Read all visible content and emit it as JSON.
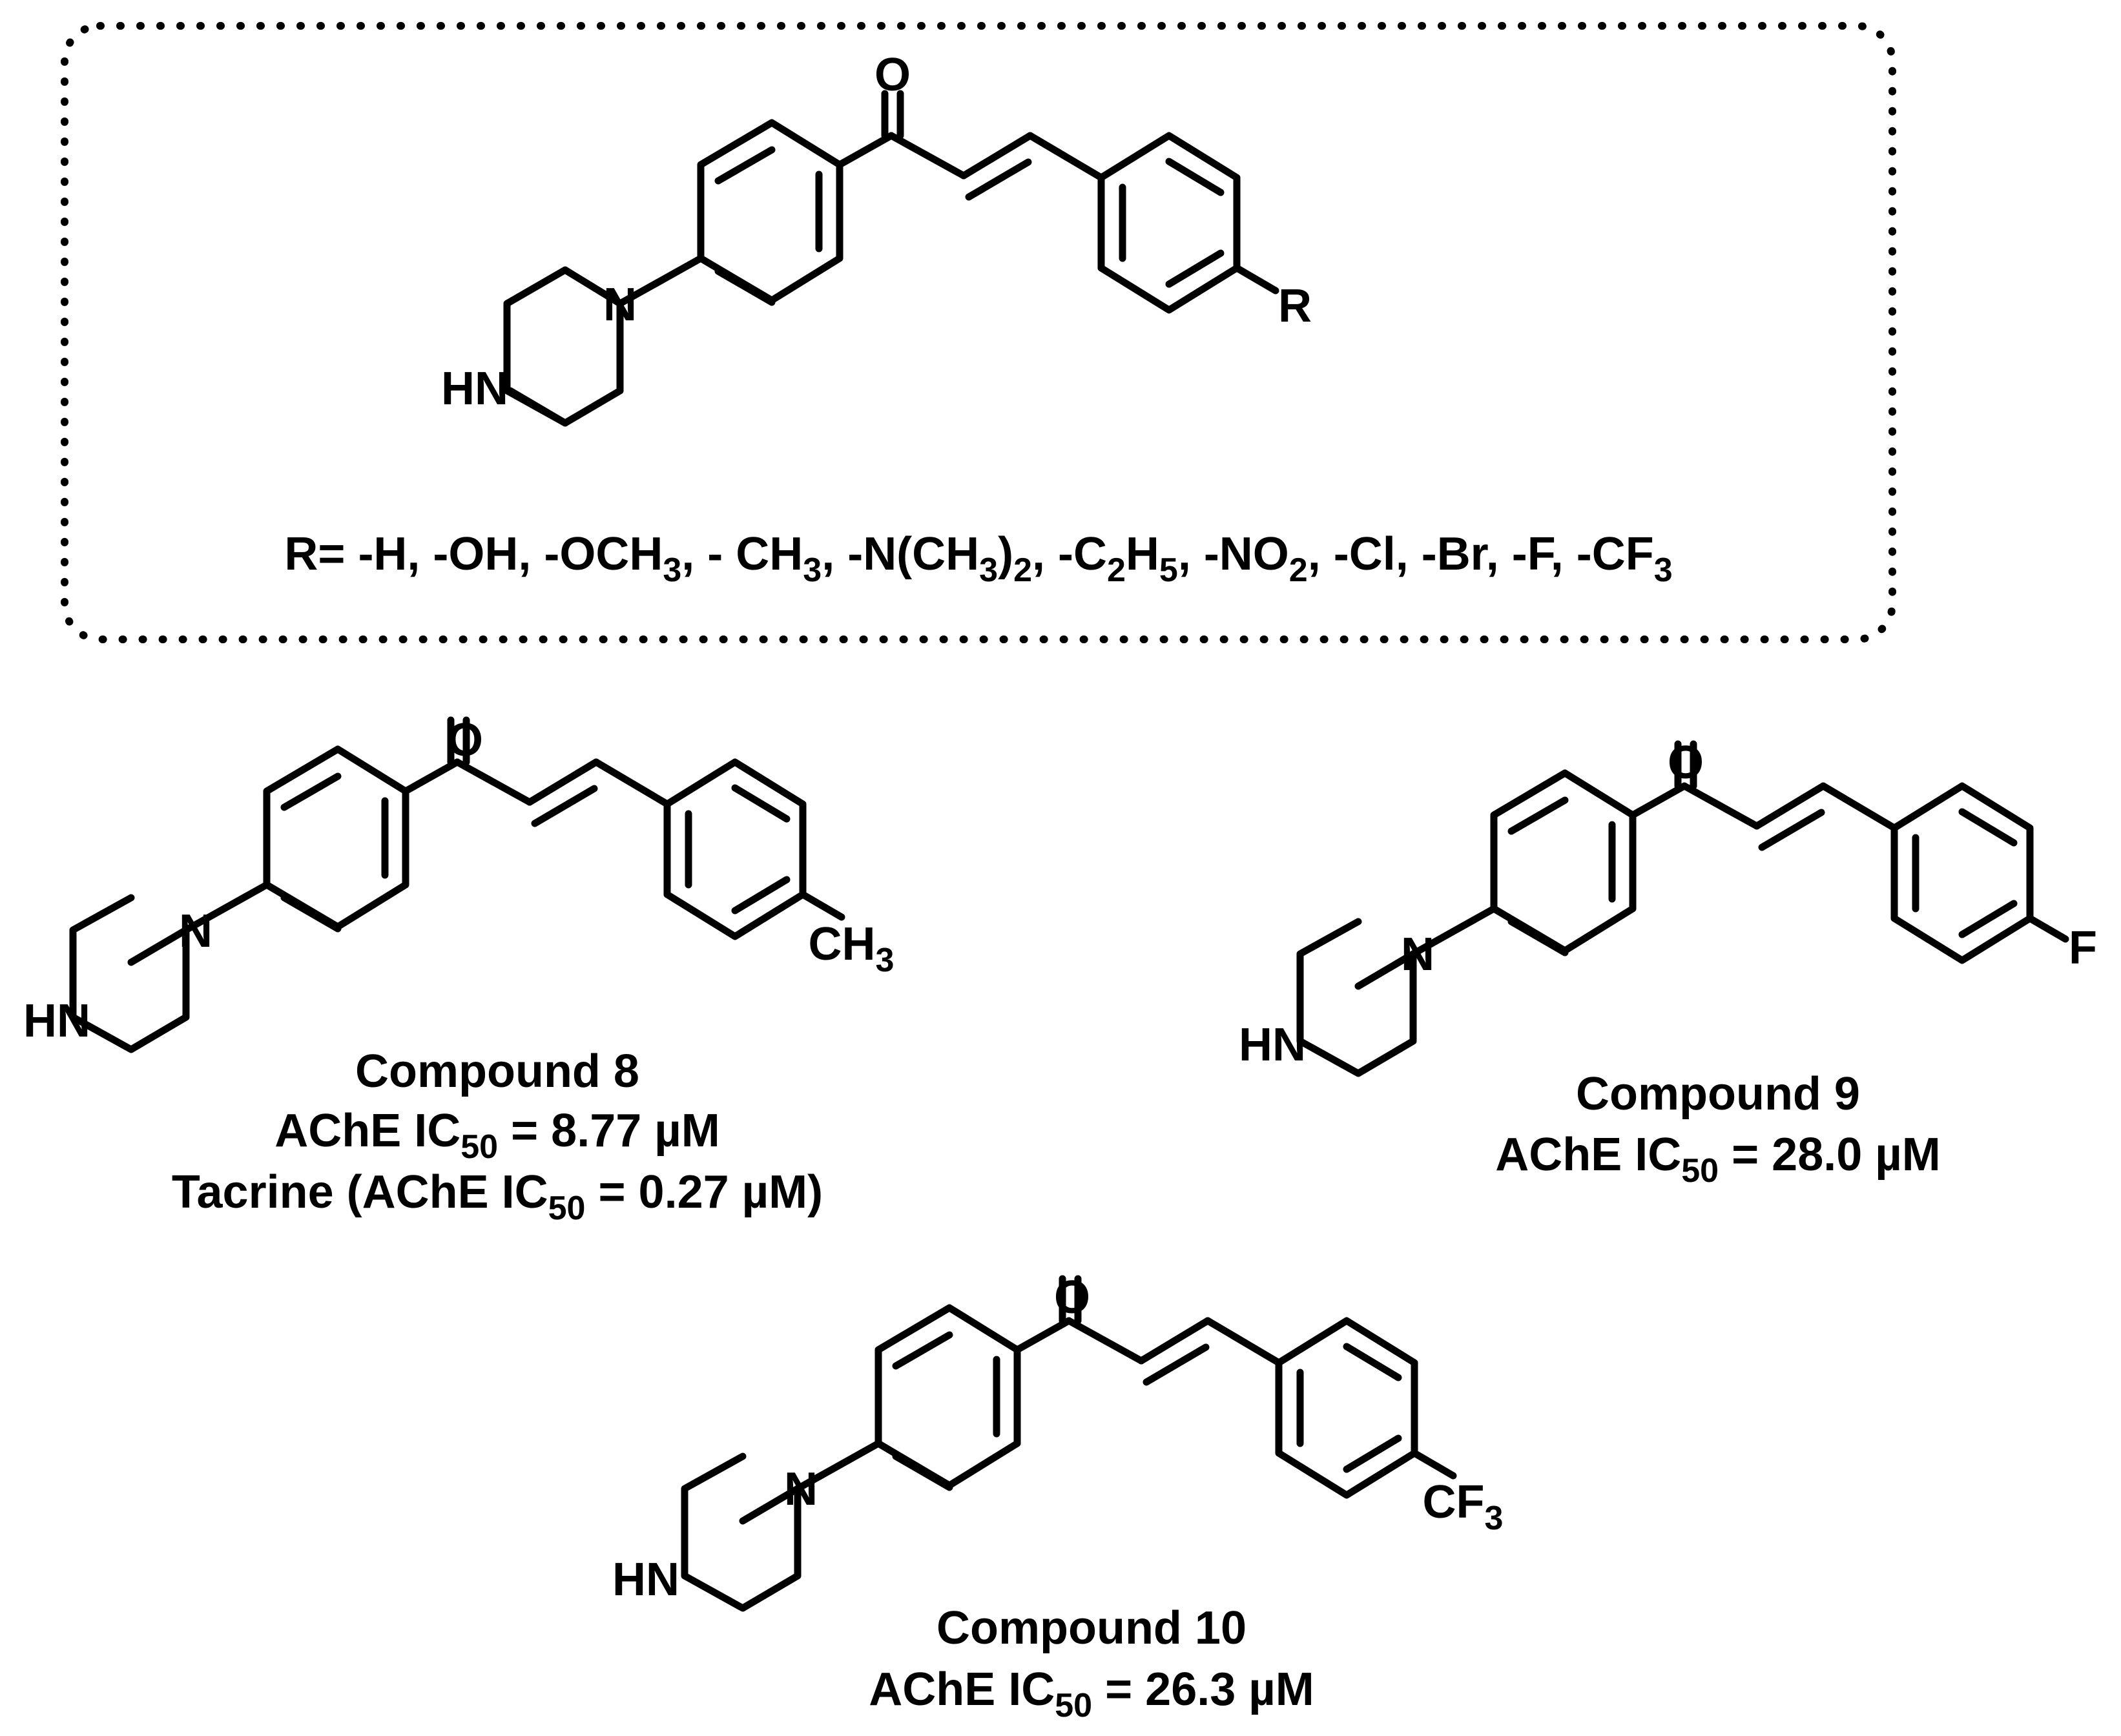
{
  "scaffold": {
    "carbonyl_O": "O",
    "amine_N": "N",
    "amine_NH": "HN",
    "substituent": "R",
    "r_list": {
      "prefix": "R= -H, -OH, -OCH",
      "s1": "3",
      "t1": ", - CH",
      "s2": "3",
      "t2": ", -N(CH",
      "s3": "3",
      "t3": ")",
      "s4": "2",
      "t4": ", -C",
      "s5": "2",
      "t5": "H",
      "s6": "5",
      "t6": ", -NO",
      "s7": "2",
      "t7": ", -Cl, -Br, -F, -CF",
      "s8": "3"
    }
  },
  "compounds": [
    {
      "carbonyl_O": "O",
      "amine_N": "N",
      "amine_NH": "HN",
      "substituent_main": "CH",
      "substituent_sub": "3",
      "name": "Compound 8",
      "activity_prefix": "AChE IC",
      "activity_sub": "50",
      "activity_value": " = 8.77 µM",
      "ref_prefix": "Tacrine (AChE IC",
      "ref_sub": "50",
      "ref_value": " = 0.27 µM)"
    },
    {
      "carbonyl_O": "O",
      "amine_N": "N",
      "amine_NH": "HN",
      "substituent_main": "F",
      "name": "Compound 9",
      "activity_prefix": "AChE IC",
      "activity_sub": "50",
      "activity_value": " = 28.0 µM"
    },
    {
      "carbonyl_O": "O",
      "amine_N": "N",
      "amine_NH": "HN",
      "substituent_main": "CF",
      "substituent_sub": "3",
      "name": "Compound 10",
      "activity_prefix": "AChE IC",
      "activity_sub": "50",
      "activity_value": " = 26.3 µM"
    }
  ]
}
